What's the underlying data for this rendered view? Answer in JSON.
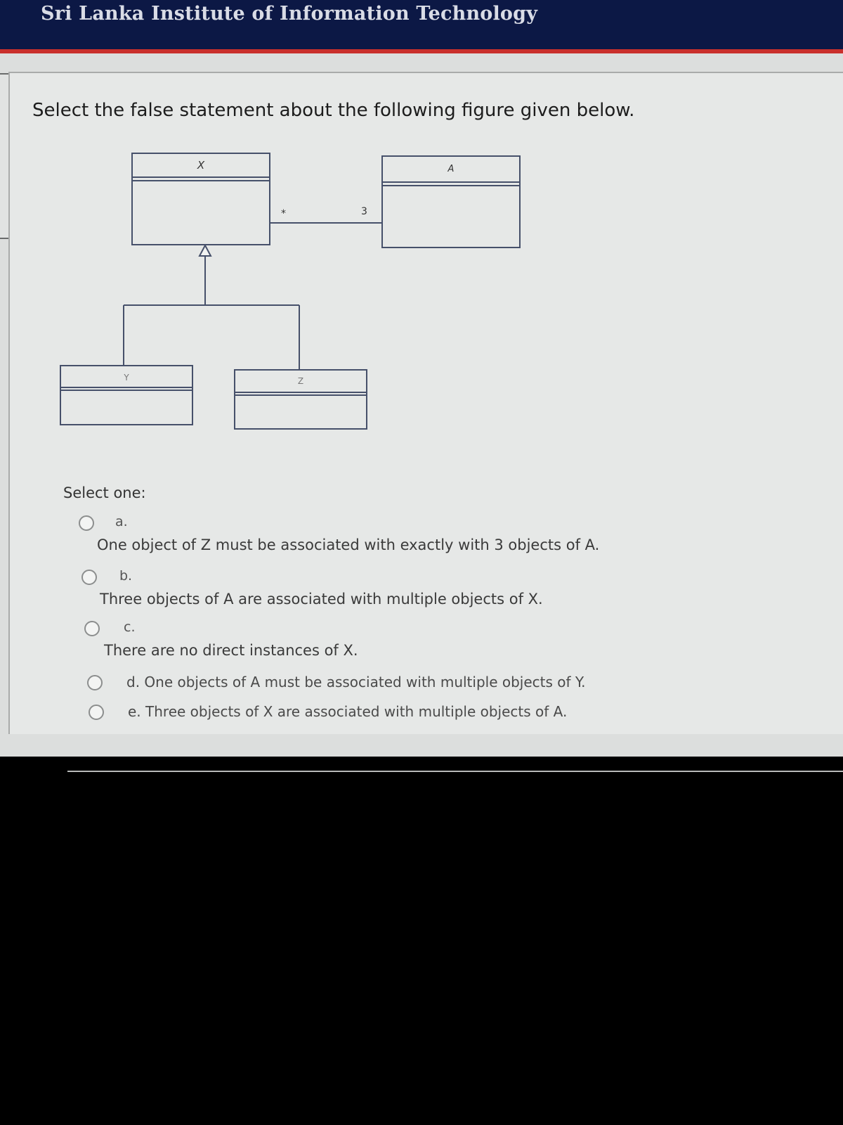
{
  "header": {
    "title": "Sri Lanka Institute of Information Technology"
  },
  "question": {
    "text": "Select the false statement about the following figure given below.",
    "diagram": {
      "classes": [
        "X",
        "A",
        "Y",
        "Z"
      ],
      "association_multiplicity_x_side": "*",
      "association_multiplicity_a_side": "3"
    },
    "select_prompt": "Select one:",
    "options": [
      {
        "letter": "a.",
        "text": "One object of Z must be associated with exactly with 3 objects of  A."
      },
      {
        "letter": "b.",
        "text": "Three objects of A are associated with multiple objects of X."
      },
      {
        "letter": "c.",
        "text": "There are no direct instances of X."
      },
      {
        "letter": "d.",
        "text": "d. One objects of A must be associated with multiple objects of Y."
      },
      {
        "letter": "e.",
        "text": "e. Three objects of X are associated with multiple objects of A."
      }
    ]
  },
  "colors": {
    "header_bg": "#0c1845",
    "header_accent": "#c9302c",
    "page_bg": "#e6e8e7"
  }
}
